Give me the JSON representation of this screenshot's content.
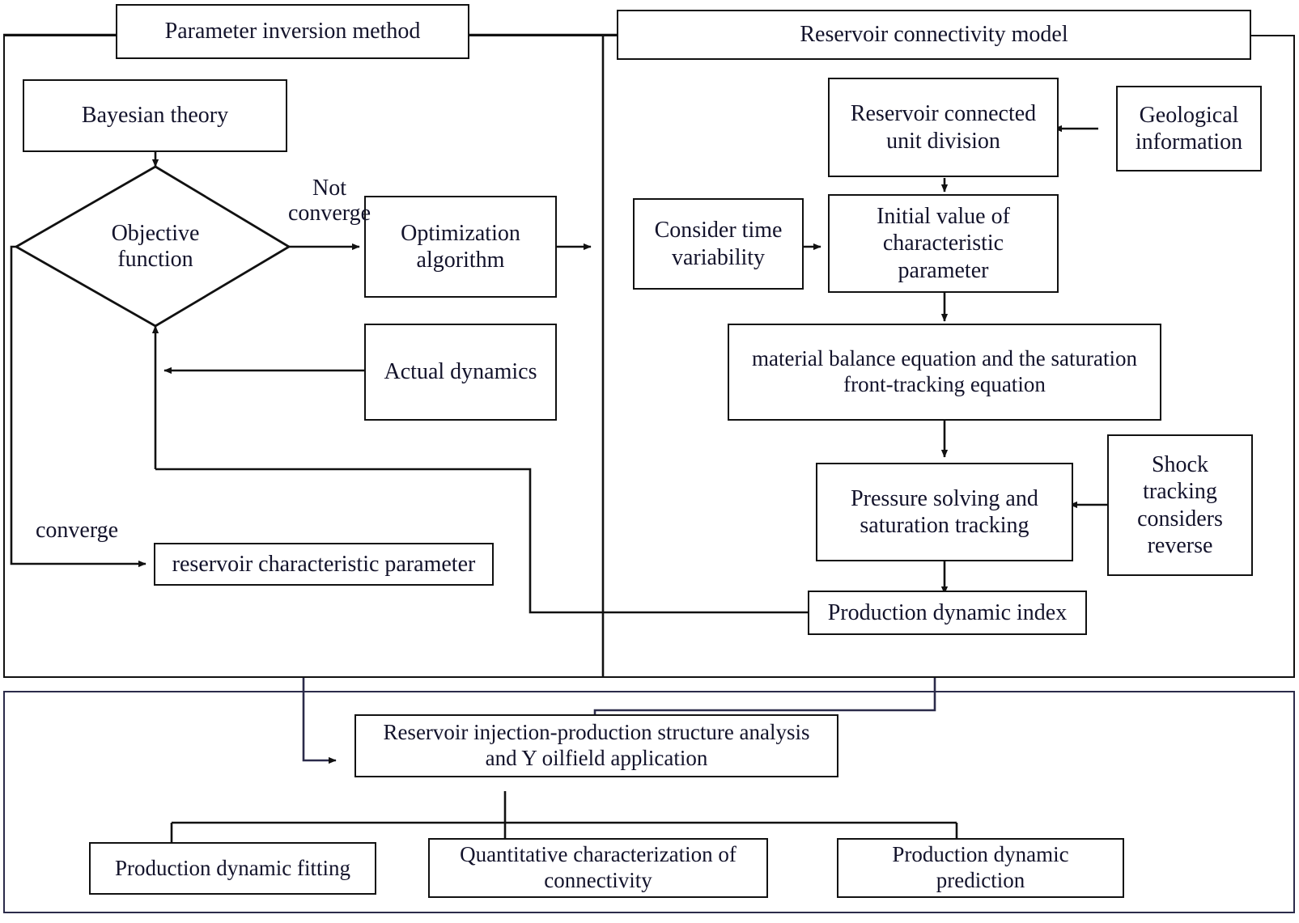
{
  "diagram": {
    "title": "Reservoir connectivity modeling and parameter inversion workflow",
    "type": "flowchart",
    "containers": [
      {
        "id": "parameter-inversion-panel",
        "label": "Parameter inversion method"
      },
      {
        "id": "reservoir-connectivity-panel",
        "label": "Reservoir connectivity model"
      },
      {
        "id": "application-panel",
        "label": ""
      }
    ],
    "nodes": {
      "parameter_inversion_method": "Parameter inversion method",
      "reservoir_connectivity_model": "Reservoir connectivity model",
      "bayesian_theory": "Bayesian theory",
      "objective_function": "Objective\nfunction",
      "optimization_algorithm": "Optimization\nalgorithm",
      "actual_dynamics": "Actual dynamics",
      "reservoir_characteristic_parameter": "reservoir characteristic  parameter",
      "consider_time_variability": "Consider time\nvariability",
      "reservoir_connected_unit_division": "Reservoir connected\nunit division",
      "geological_information": "Geological\ninformation",
      "initial_value_of_characteristic_parameter": "Initial value of\ncharacteristic\nparameter",
      "material_balance_equation": "material balance equation and the saturation\nfront-tracking equation",
      "pressure_solving_and_saturation_tracking": "Pressure solving and\nsaturation tracking",
      "shock_tracking_considers_reverse": "Shock\ntracking\nconsiders\nreverse",
      "production_dynamic_index": "Production dynamic index",
      "reservoir_injection_production": "Reservoir injection-production structure analysis\nand Y oilfield application",
      "production_dynamic_fitting": "Production dynamic fitting",
      "quantitative_characterization": "Quantitative characterization of\nconnectivity",
      "production_dynamic_prediction": "Production dynamic\nprediction"
    },
    "edge_labels": {
      "not_converge": "Not\nconverge",
      "converge": "converge"
    },
    "colors": {
      "stroke": "#111111",
      "text": "#13132b",
      "panel_violet": "#2b2b4a",
      "background": "#ffffff"
    }
  }
}
